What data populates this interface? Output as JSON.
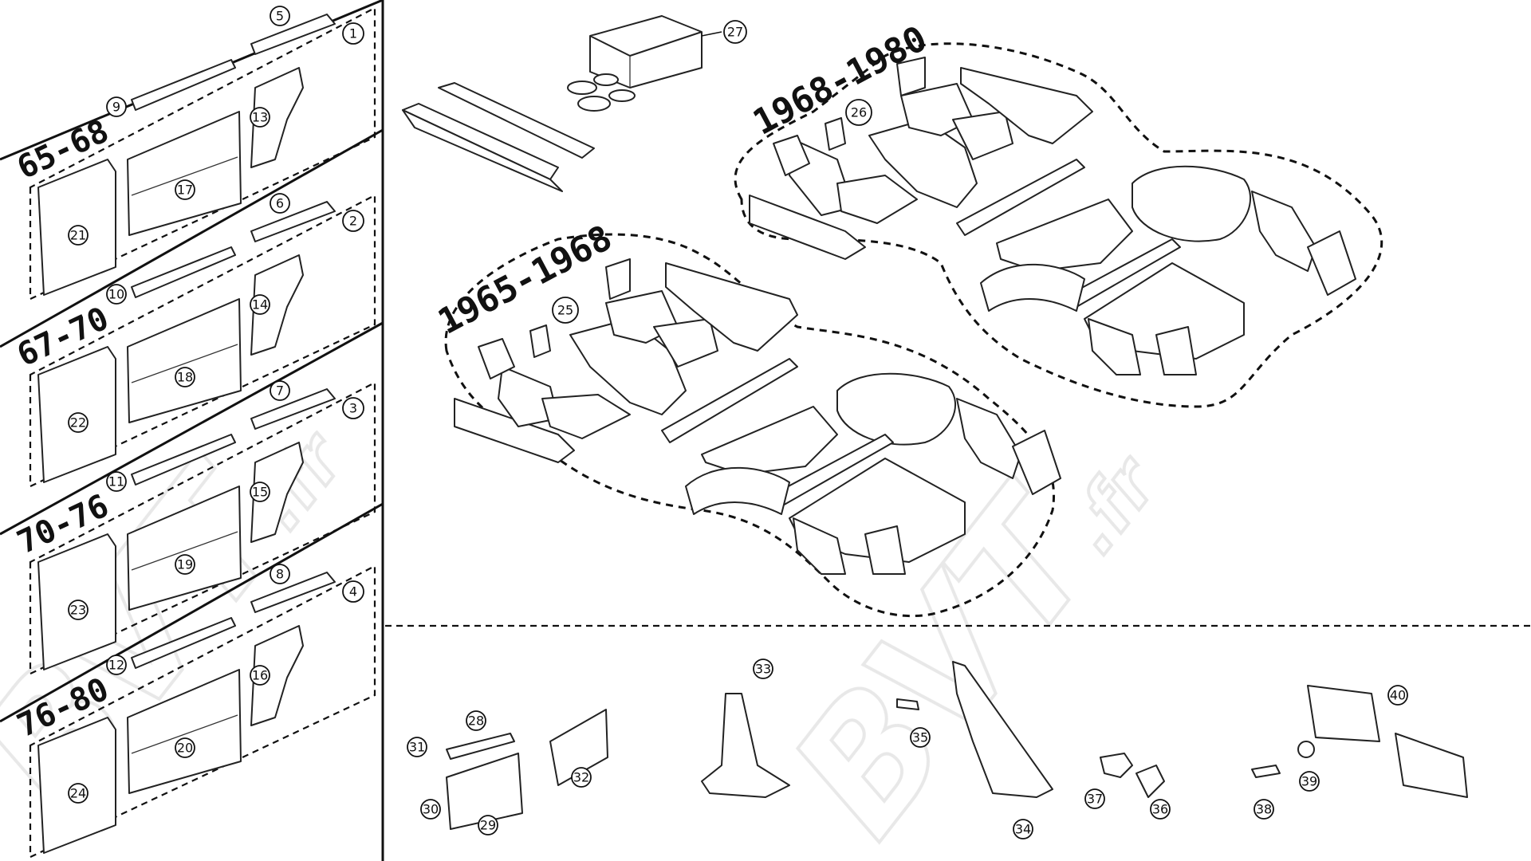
{
  "watermark": {
    "left": "BVT",
    "left_suffix": ".fr",
    "right": "BVT",
    "right_suffix": ".fr"
  },
  "door_sets": [
    {
      "label": "65-68",
      "outer": "1",
      "trim": "5",
      "cap": "9",
      "rear": "13",
      "door": "17",
      "kick": "21"
    },
    {
      "label": "67-70",
      "outer": "2",
      "trim": "6",
      "cap": "10",
      "rear": "14",
      "door": "18",
      "kick": "22"
    },
    {
      "label": "70-76",
      "outer": "3",
      "trim": "7",
      "cap": "11",
      "rear": "15",
      "door": "19",
      "kick": "23"
    },
    {
      "label": "76-80",
      "outer": "4",
      "trim": "8",
      "cap": "12",
      "rear": "16",
      "door": "20",
      "kick": "24"
    }
  ],
  "floor_sets": [
    {
      "label": "1965-1968",
      "number": "25"
    },
    {
      "label": "1968-1980",
      "number": "26"
    }
  ],
  "top_parts": {
    "grommets": "27"
  },
  "small_parts": [
    "28",
    "29",
    "30",
    "31",
    "32",
    "33",
    "34",
    "35",
    "36",
    "37",
    "38",
    "39",
    "40"
  ]
}
